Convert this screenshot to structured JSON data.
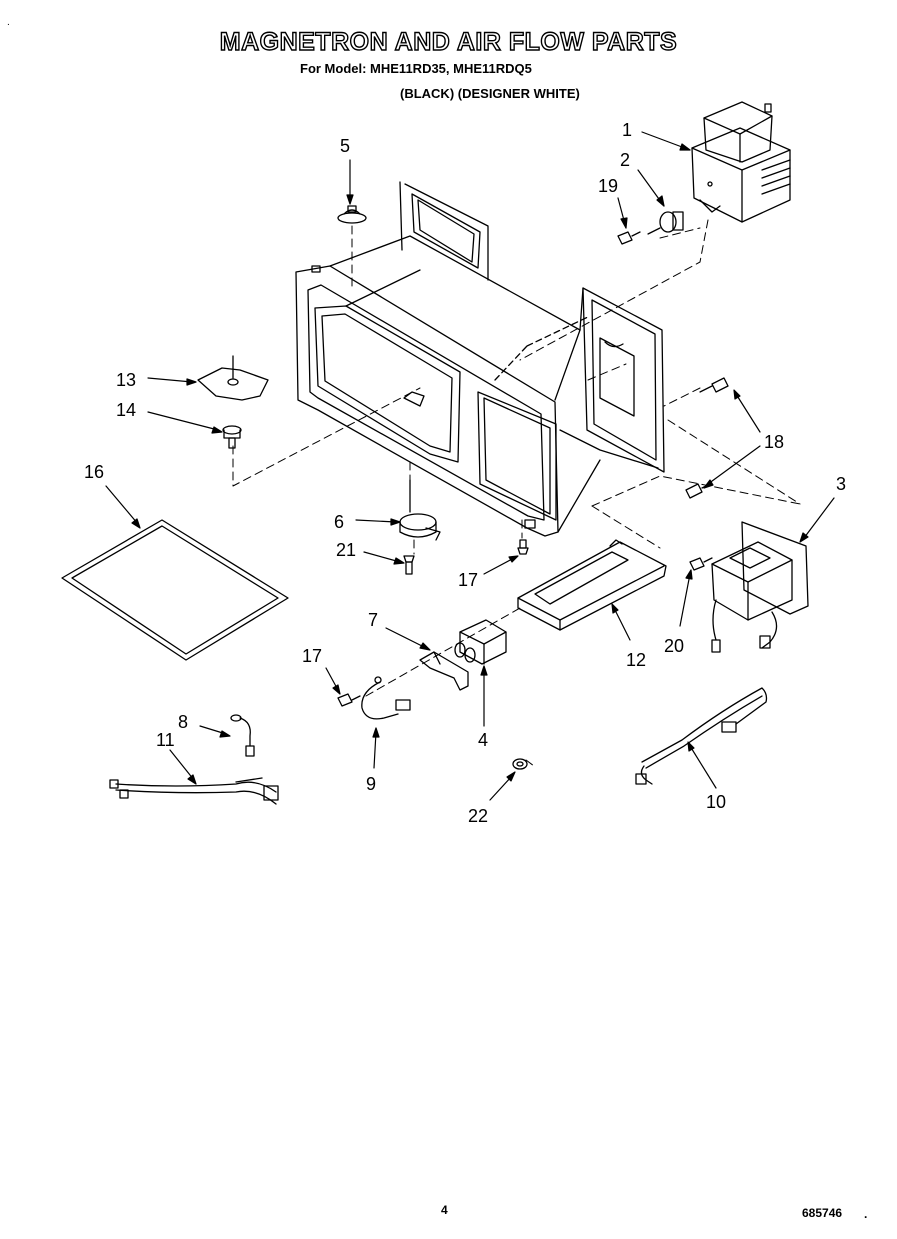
{
  "header": {
    "title": "MAGNETRON AND AIR FLOW PARTS",
    "model_line": "For Model: MHE11RD35, MHE11RDQ5",
    "color_line": "(BLACK) (DESIGNER WHITE)",
    "corner_mark": "."
  },
  "callouts": [
    "1",
    "2",
    "19",
    "5",
    "13",
    "14",
    "18",
    "3",
    "16",
    "6",
    "21",
    "17",
    "12",
    "20",
    "7",
    "17",
    "4",
    "8",
    "11",
    "9",
    "22",
    "10"
  ],
  "footer": {
    "page_number": "4",
    "doc_number": "685746",
    "doc_mark": "."
  }
}
